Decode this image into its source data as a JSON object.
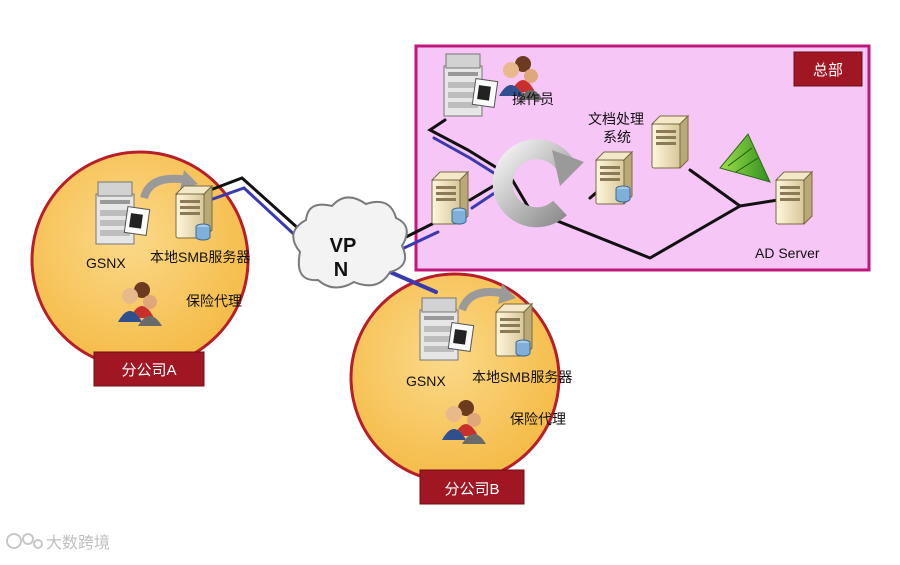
{
  "hq": {
    "tag": "总部",
    "operator_label": "操作员",
    "docsys_label_line1": "文档处理",
    "docsys_label_line2": "系统",
    "ad_server_label": "AD Server"
  },
  "vpn": {
    "line1": "VP",
    "line2": "N"
  },
  "branch_a": {
    "tag": "分公司A",
    "printer_label": "GSNX",
    "server_label": "本地SMB服务器",
    "agents_label": "保险代理"
  },
  "branch_b": {
    "tag": "分公司B",
    "printer_label": "GSNX",
    "server_label": "本地SMB服务器",
    "agents_label": "保险代理"
  },
  "watermark": "大数跨境",
  "colors": {
    "hq_fill": "#f6c6f6",
    "hq_border": "#c0187a",
    "tag_fill": "#a01622",
    "branch_fill": "#f8c75a",
    "branch_border": "#b81e2a",
    "link_dark": "#111111",
    "link_blue": "#3a3ab0"
  }
}
